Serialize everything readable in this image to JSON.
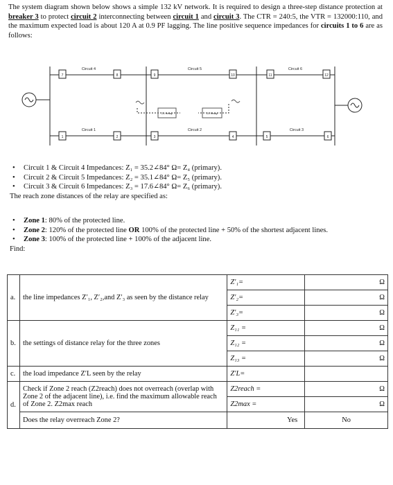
{
  "intro": {
    "p1": "The system diagram shown below shows a simple 132 kV network. It is required to design a three-step distance protection at ",
    "breaker": "breaker 3",
    "p2": " to protect ",
    "c2": "circuit 2",
    "p3": " interconnecting between ",
    "c1": "circuit 1",
    "p4": " and ",
    "c3": "circuit 3",
    "p5": ". The CTR = 240:5, the VTR = 132000:110, and the maximum expected load is about 120 A at 0.9 PF lagging. The line positive sequence impedances for ",
    "circuits": "circuits 1 to 6",
    "p6": " are as follows:"
  },
  "diagram": {
    "circuit4": "Circuit 4",
    "circuit5": "Circuit 5",
    "circuit6": "Circuit 6",
    "circuit1": "Circuit 1",
    "circuit2": "Circuit 2",
    "circuit3": "Circuit 3",
    "relay21a": "21 Relay",
    "relay21b": "21 Relay",
    "breakers": [
      "7",
      "8",
      "9",
      "10",
      "11",
      "12",
      "1",
      "2",
      "3",
      "4",
      "5",
      "6"
    ]
  },
  "impedances": [
    "Circuit 1 & Circuit 4 Impedances: Z₁ = 35.2∠84° Ω= Z₄ (primary).",
    "Circuit 2 & Circuit 5 Impedances: Z₂ = 35.1∠84° Ω= Z₅ (primary).",
    "Circuit 3 & Circuit 6 Impedances: Z₃ = 17.6∠84° Ω= Z₆ (primary)."
  ],
  "reach_intro": "The reach zone distances of the relay are specified as:",
  "zones": [
    {
      "label": "Zone 1",
      "text": ": 80% of the protected line."
    },
    {
      "label": "Zone 2",
      "text": ": 120% of the protected line ",
      "bold2": "OR",
      "text2": " 100% of the protected line + 50% of the shortest adjacent lines."
    },
    {
      "label": "Zone 3",
      "text": ": 100% of the protected line + 100% of the adjacent line."
    }
  ],
  "find_label": "Find:",
  "table": {
    "a_label": "a.",
    "a_text": "the line impedances Z′₁, Z′₂,and Z′₃ as seen by the distance relay",
    "a_syms": [
      "Z′₁=",
      "Z′₂=",
      "Z′₃="
    ],
    "b_label": "b.",
    "b_text": "the settings of distance relay for the three zones",
    "b_syms": [
      "Z₁₁ =",
      "Z₁₂ =",
      "Z₁₃ ="
    ],
    "c_label": "c.",
    "c_text": "the load impedance Z′L seen by the relay",
    "c_sym": "Z′L=",
    "d_label": "d.",
    "d_text1": "Check if Zone 2 reach (Z2reach) does not overreach (overlap with Zone 2 of the adjacent line), i.e. find the maximum allowable reach of Zone 2. Z2max reach",
    "d_sym1": "Z2reach =",
    "d_sym2": "Z2max =",
    "d_text2": "Does the relay overreach Zone 2?",
    "yes": "Yes",
    "no": "No",
    "unit": "Ω"
  }
}
